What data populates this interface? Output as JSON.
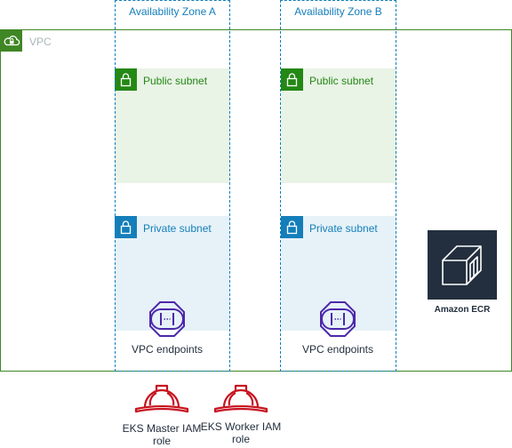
{
  "zones": [
    {
      "label": "Availability Zone A"
    },
    {
      "label": "Availability Zone B"
    }
  ],
  "vpc": {
    "label": "VPC"
  },
  "subnets": {
    "public_a": "Public subnet",
    "public_b": "Public subnet",
    "private_a": "Private subnet",
    "private_b": "Private subnet"
  },
  "endpoints": {
    "a": "VPC endpoints",
    "b": "VPC endpoints"
  },
  "ecr": {
    "label": "Amazon ECR"
  },
  "roles": {
    "master": "EKS Master IAM role",
    "worker": "EKS Worker IAM role"
  },
  "icons": {
    "vpc": "cloud-lock-icon",
    "subnet": "padlock-icon",
    "endpoint": "vpc-endpoints-icon",
    "ecr": "amazon-ecr-icon",
    "role": "hard-hat-icon"
  },
  "colors": {
    "vpc_border": "#3F8624",
    "zone_border": "#147EBA",
    "public_fill": "#E9F3E6",
    "private_fill": "#E6F2F8",
    "endpoint": "#4D27AA",
    "ecr_fill": "#232F3E",
    "role": "#C7131F"
  }
}
